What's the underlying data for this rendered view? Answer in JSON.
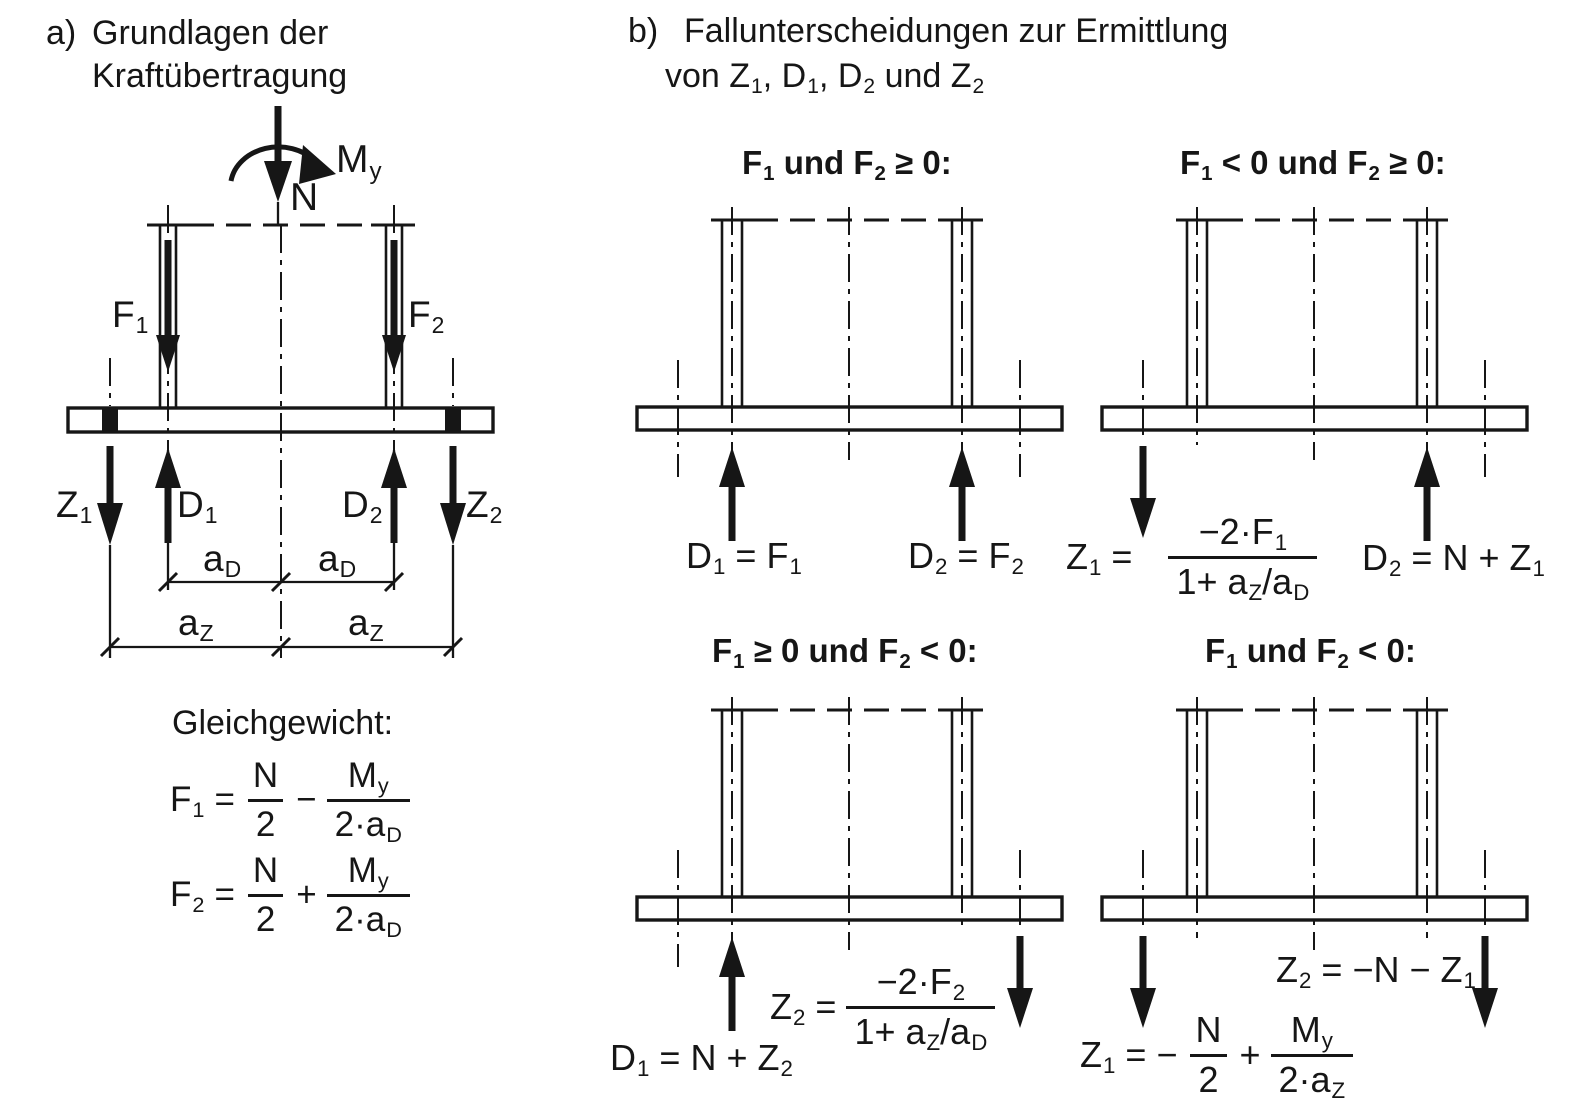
{
  "section_a": {
    "label": "a)",
    "title_line1": "Grundlagen der",
    "title_line2": "Kraftübertragung",
    "diagram": {
      "moment": {
        "base": "M",
        "sub": "y"
      },
      "axial": "N",
      "f1": {
        "base": "F",
        "sub": "1"
      },
      "f2": {
        "base": "F",
        "sub": "2"
      },
      "z1": {
        "base": "Z",
        "sub": "1"
      },
      "d1": {
        "base": "D",
        "sub": "1"
      },
      "d2": {
        "base": "D",
        "sub": "2"
      },
      "z2": {
        "base": "Z",
        "sub": "2"
      },
      "ad": {
        "base": "a",
        "sub": "D"
      },
      "az": {
        "base": "a",
        "sub": "Z"
      }
    },
    "equilibrium": {
      "heading": "Gleichgewicht:",
      "eq1": {
        "lhs": "F",
        "lhs_sub": "1",
        "equals": "=",
        "num1": "N",
        "den1": "2",
        "op": "−",
        "num2": "M",
        "num2_sub": "y",
        "den2": "2·a",
        "den2_sub": "D"
      },
      "eq2": {
        "lhs": "F",
        "lhs_sub": "2",
        "equals": "=",
        "num1": "N",
        "den1": "2",
        "op": "+",
        "num2": "M",
        "num2_sub": "y",
        "den2": "2·a",
        "den2_sub": "D"
      }
    }
  },
  "section_b": {
    "label": "b)",
    "title_line1": "Fallunterscheidungen zur Ermittlung",
    "title_line2": {
      "t1": "von Z",
      "s1": "1",
      "t2": ", D",
      "s2": "1",
      "t3": ", D",
      "s3": "2",
      "t4": " und Z",
      "s4": "2"
    },
    "case1": {
      "title": {
        "t1": "F",
        "s1": "1",
        "t2": " und F",
        "s2": "2",
        "t3": " ≥ 0:"
      },
      "formula1": {
        "t1": "D",
        "s1": "1",
        "t2": " = F",
        "s2": "1"
      },
      "formula2": {
        "t1": "D",
        "s1": "2",
        "t2": " = F",
        "s2": "2"
      }
    },
    "case2": {
      "title": {
        "t1": "F",
        "s1": "1",
        "t2": " < 0 und F",
        "s2": "2",
        "t3": " ≥ 0:"
      },
      "formula1": {
        "lhs": "Z",
        "lhs_sub": "1",
        "equals": "=",
        "num": "−2·F",
        "num_sub": "1",
        "den1": "1+ a",
        "den1_sub": "Z",
        "den2": "/a",
        "den2_sub": "D"
      },
      "formula2": {
        "t1": "D",
        "s1": "2",
        "t2": " = N + Z",
        "s2": "1"
      }
    },
    "case3": {
      "title": {
        "t1": "F",
        "s1": "1",
        "t2": " ≥ 0 und F",
        "s2": "2",
        "t3": " < 0:"
      },
      "formula1": {
        "lhs": "Z",
        "lhs_sub": "2",
        "equals": "=",
        "num": "−2·F",
        "num_sub": "2",
        "den1": "1+ a",
        "den1_sub": "Z",
        "den2": "/a",
        "den2_sub": "D"
      },
      "formula2": {
        "t1": "D",
        "s1": "1",
        "t2": " = N + Z",
        "s2": "2"
      }
    },
    "case4": {
      "title": {
        "t1": "F",
        "s1": "1",
        "t2": " und F",
        "s2": "2",
        "t3": " < 0:"
      },
      "formula1": {
        "t1": "Z",
        "s1": "2",
        "t2": " = −N − Z",
        "s2": "1"
      },
      "formula2": {
        "lhs": "Z",
        "lhs_sub": "1",
        "equals": "= −",
        "num1": "N",
        "den1": "2",
        "op": "+",
        "num2": "M",
        "num2_sub": "y",
        "den2": "2·a",
        "den2_sub": "Z"
      }
    }
  },
  "colors": {
    "ink": "#161616",
    "background": "#ffffff"
  }
}
